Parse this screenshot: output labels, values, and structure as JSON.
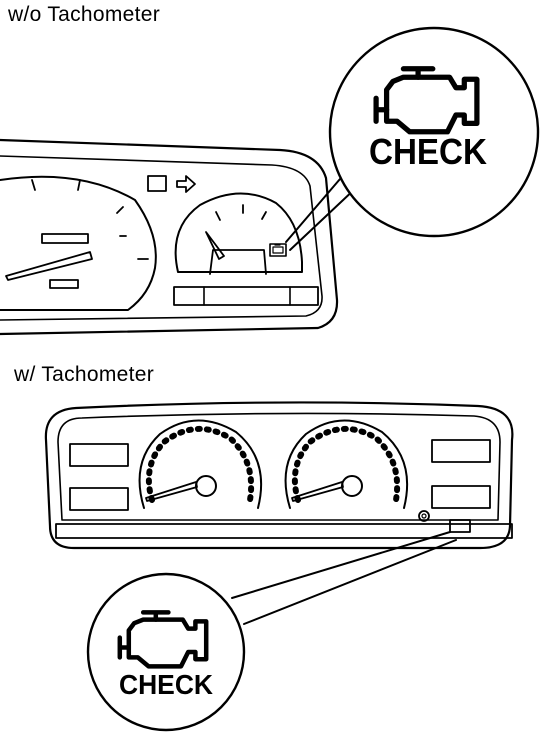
{
  "sections": [
    {
      "label": "w/o Tachometer"
    },
    {
      "label": "w/ Tachometer"
    }
  ],
  "callouts": [
    {
      "text": "CHECK"
    },
    {
      "text": "CHECK"
    }
  ],
  "icons": {
    "engine": "check-engine-icon",
    "arrow": "turn-signal-arrow-icon"
  },
  "colors": {
    "ink": "#000000",
    "paper": "#ffffff"
  }
}
